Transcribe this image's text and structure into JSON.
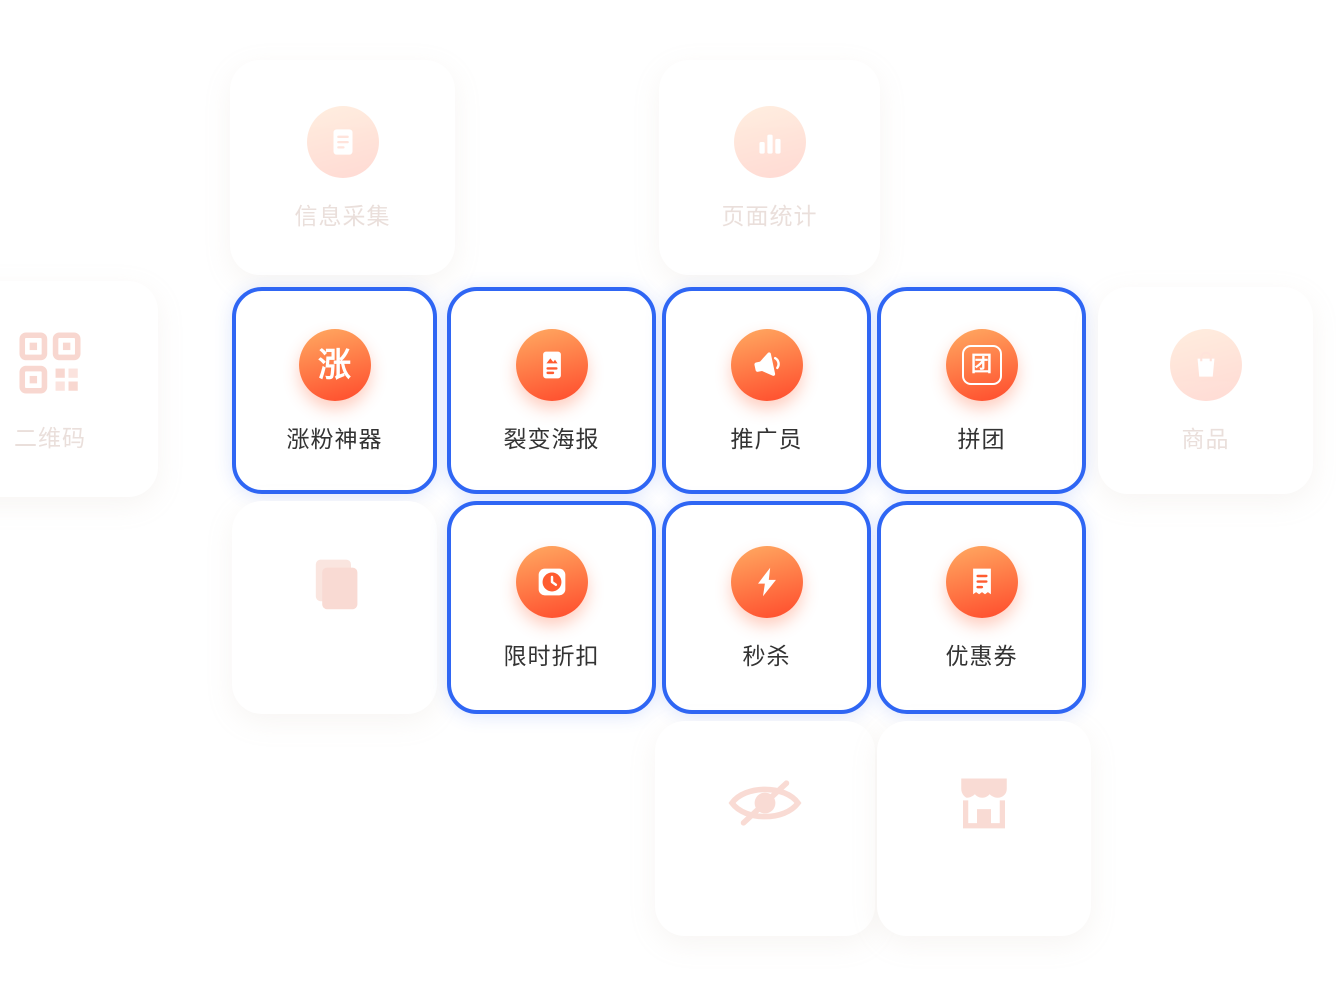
{
  "colors": {
    "accent_blue": "#2f66f4",
    "icon_gradient_start": "#ffaa62",
    "icon_gradient_end": "#ff5431",
    "active_label": "#333333",
    "faded_label": "#eadfdb"
  },
  "cards": [
    {
      "key": "info-collection",
      "label": "信息采集",
      "state": "faded",
      "icon": "form-icon"
    },
    {
      "key": "page-stats",
      "label": "页面统计",
      "state": "faded",
      "icon": "stats-icon"
    },
    {
      "key": "qrcode",
      "label": "二维码",
      "state": "faded",
      "icon": "qrcode-icon"
    },
    {
      "key": "fans-growth",
      "label": "涨粉神器",
      "state": "active",
      "icon": "zhang-badge-icon",
      "icon_char": "涨"
    },
    {
      "key": "fission-poster",
      "label": "裂变海报",
      "state": "active",
      "icon": "poster-icon"
    },
    {
      "key": "promoter",
      "label": "推广员",
      "state": "active",
      "icon": "megaphone-icon"
    },
    {
      "key": "group-buy",
      "label": "拼团",
      "state": "active",
      "icon": "tuan-badge-icon",
      "icon_char": "团"
    },
    {
      "key": "goods",
      "label": "商品",
      "state": "faded",
      "icon": "goods-icon"
    },
    {
      "key": "pages",
      "label": "",
      "state": "faded",
      "icon": "pages-icon"
    },
    {
      "key": "limited-discount",
      "label": "限时折扣",
      "state": "active",
      "icon": "clock-icon"
    },
    {
      "key": "flash-sale",
      "label": "秒杀",
      "state": "active",
      "icon": "lightning-icon"
    },
    {
      "key": "coupon",
      "label": "优惠券",
      "state": "active",
      "icon": "coupon-icon"
    },
    {
      "key": "hidden-feature",
      "label": "",
      "state": "faded",
      "icon": "eye-off-icon"
    },
    {
      "key": "storefront",
      "label": "",
      "state": "faded",
      "icon": "storefront-icon"
    }
  ]
}
